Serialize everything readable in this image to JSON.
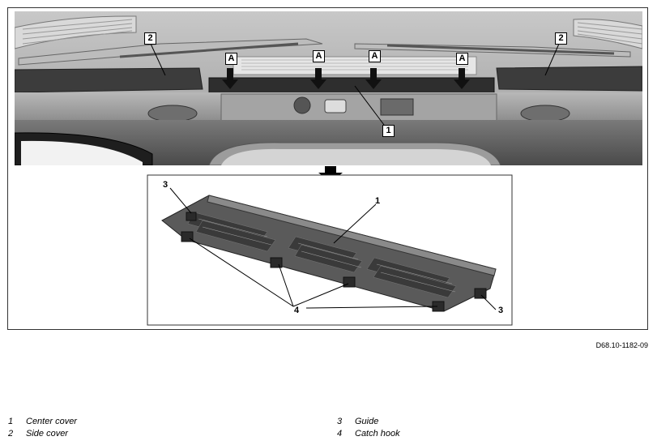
{
  "figure": {
    "reference_code": "D68.10-1182-09",
    "arrow_label": "A",
    "callouts": {
      "c1": "1",
      "c2": "2",
      "c3": "3",
      "c4": "4"
    }
  },
  "legend": [
    {
      "num": "1",
      "text": "Center cover"
    },
    {
      "num": "2",
      "text": "Side cover"
    },
    {
      "num": "3",
      "text": "Guide"
    },
    {
      "num": "4",
      "text": "Catch hook"
    }
  ]
}
